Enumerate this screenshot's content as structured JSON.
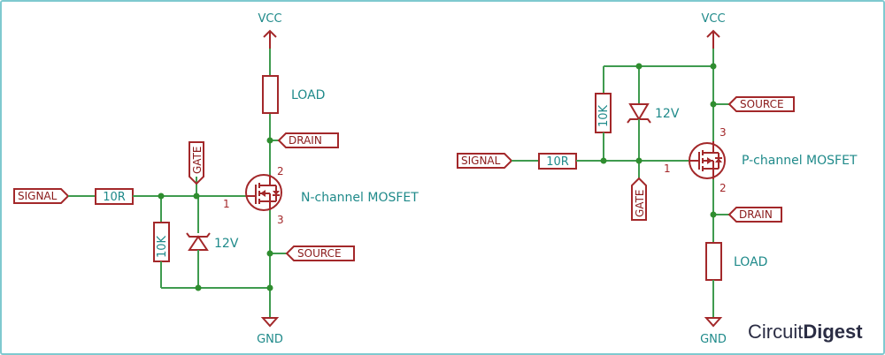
{
  "left": {
    "vcc": "VCC",
    "gnd": "GND",
    "load": "LOAD",
    "drain_tag": "DRAIN",
    "source_tag": "SOURCE",
    "gate_tag": "GATE",
    "signal_tag": "SIGNAL",
    "series_resistor": "10R",
    "pulldown_resistor": "10K",
    "zener": "12V",
    "mosfet": "N-channel MOSFET",
    "pin_gate": "1",
    "pin_drain": "2",
    "pin_source": "3"
  },
  "right": {
    "vcc": "VCC",
    "gnd": "GND",
    "load": "LOAD",
    "drain_tag": "DRAIN",
    "source_tag": "SOURCE",
    "gate_tag": "GATE",
    "signal_tag": "SIGNAL",
    "series_resistor": "10R",
    "pullup_resistor": "10K",
    "zener": "12V",
    "mosfet": "P-channel MOSFET",
    "pin_gate": "1",
    "pin_drain": "2",
    "pin_source": "3"
  },
  "brand": {
    "part1": "Circuit",
    "part2": "Digest"
  },
  "colors": {
    "wire": "#3f9b4f",
    "component": "#a3282a",
    "label": "#1f8a8a",
    "border": "#7fc9cf"
  }
}
